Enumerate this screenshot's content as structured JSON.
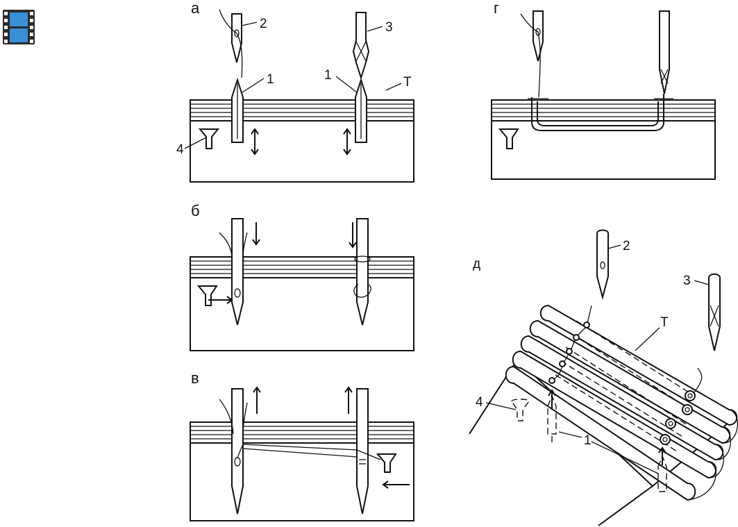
{
  "icon": {
    "name": "film-strip-icon",
    "colors": {
      "frame": "#2b2b2b",
      "screen": "#3a8fd6"
    }
  },
  "panels": {
    "a": {
      "label": "а",
      "numbers": {
        "n1": "1",
        "n2": "2",
        "n3": "3",
        "n4": "4",
        "n1b": "1",
        "t": "Т"
      }
    },
    "b": {
      "label": "б"
    },
    "v": {
      "label": "в"
    },
    "g": {
      "label": "г"
    },
    "d": {
      "label": "д",
      "numbers": {
        "n2": "2",
        "n3": "3",
        "n4": "4",
        "n1": "1",
        "t": "Т"
      }
    }
  }
}
